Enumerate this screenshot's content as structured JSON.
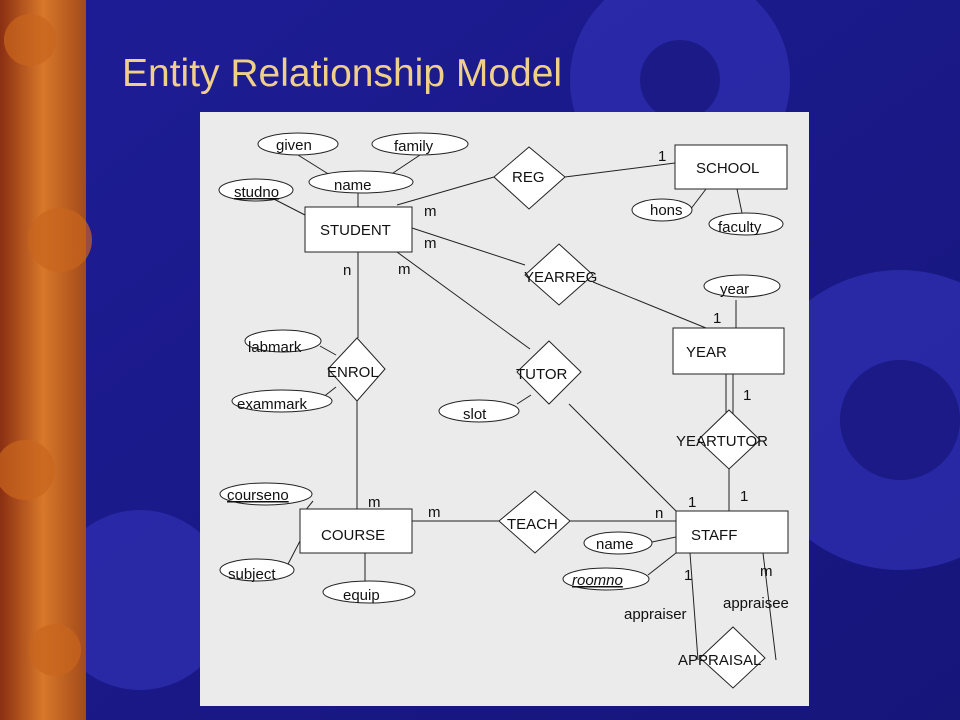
{
  "slide": {
    "title": "Entity Relationship Model"
  },
  "entities": {
    "student": "STUDENT",
    "school": "SCHOOL",
    "year": "YEAR",
    "course": "COURSE",
    "staff": "STAFF"
  },
  "relationships": {
    "reg": "REG",
    "yearreg": "YEARREG",
    "enrol": "ENROL",
    "tutor": "TUTOR",
    "yeartutor": "YEARTUTOR",
    "teach": "TEACH",
    "appraisal": "APPRAISAL"
  },
  "attributes": {
    "given": "given",
    "family": "family",
    "name": "name",
    "studno": "studno",
    "hons": "hons",
    "faculty": "faculty",
    "year": "year",
    "labmark": "labmark",
    "exammark": "exammark",
    "slot": "slot",
    "courseno": "courseno",
    "subject": "subject",
    "equip": "equip",
    "staff_name": "name",
    "roomno": "roomno"
  },
  "cardinalities": {
    "school_reg": "1",
    "student_reg": "m",
    "student_yearreg": "m",
    "student_tutor": "m",
    "student_enrol": "n",
    "year_yearreg": "1",
    "year_yeartutor": "1",
    "staff_yeartutor": "1",
    "course_enrol": "m",
    "course_teach": "m",
    "staff_teach": "n",
    "staff_tutor": "1",
    "staff_appraiser": "1",
    "staff_appraisee": "m"
  },
  "roles": {
    "appraiser": "appraiser",
    "appraisee": "appraisee"
  }
}
